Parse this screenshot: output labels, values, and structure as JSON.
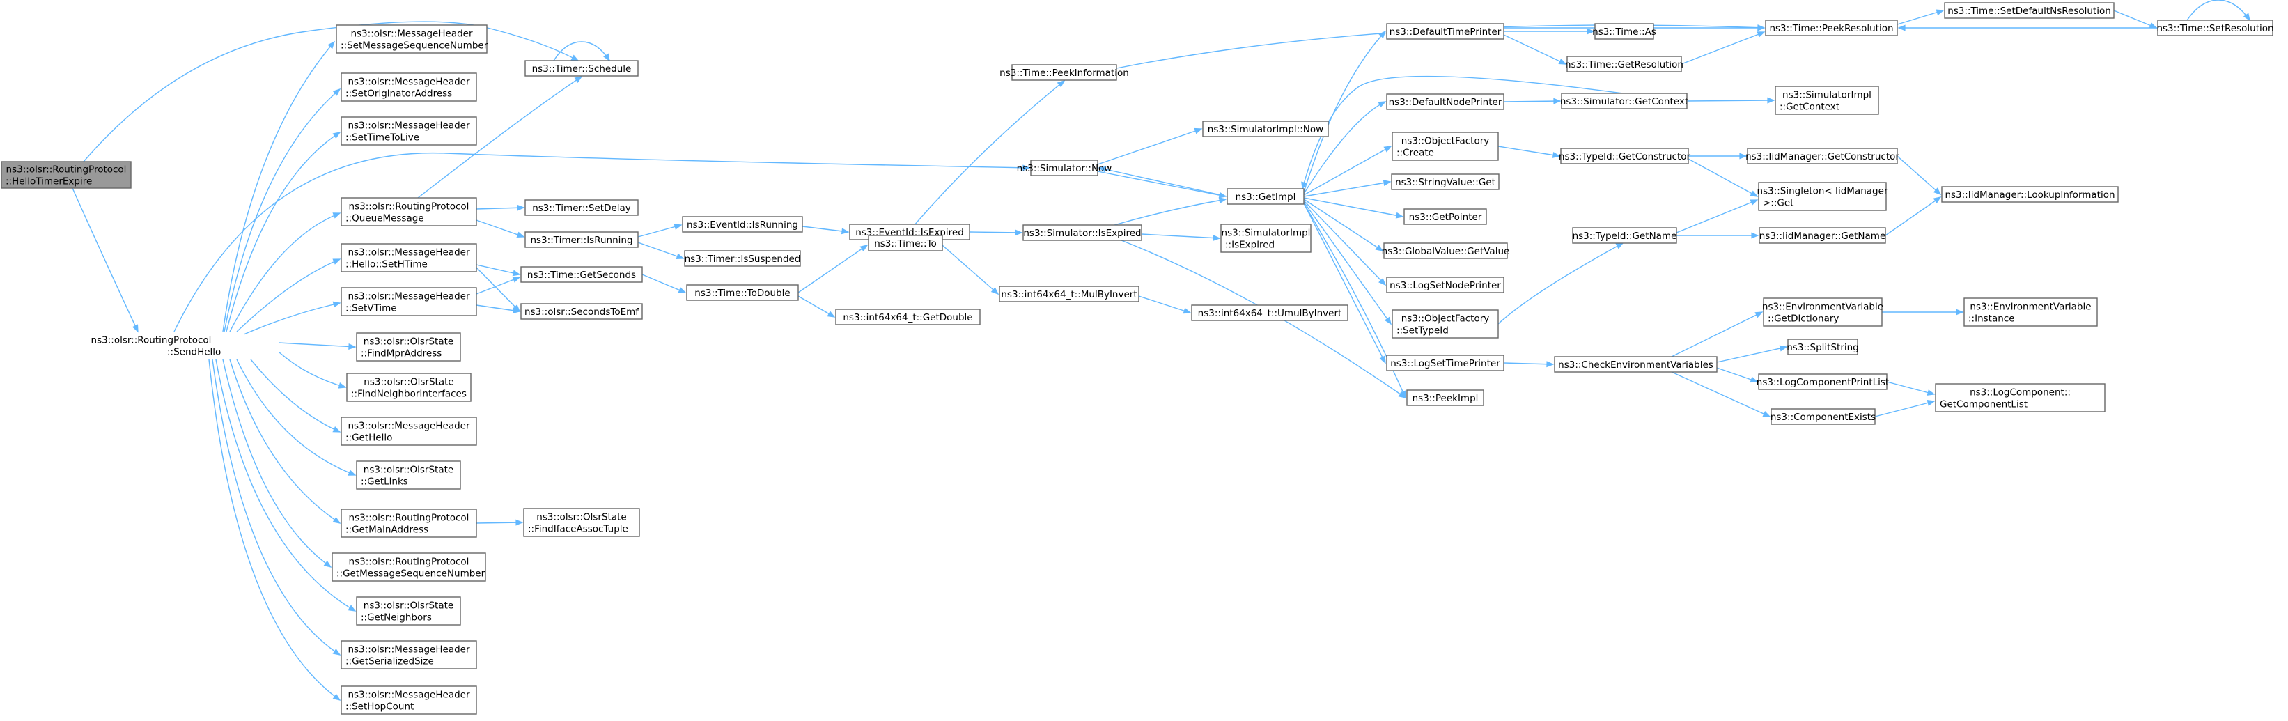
{
  "diagram": {
    "colors": {
      "edge": "#63b8ff",
      "node_border": "#666666",
      "root_fill": "#999999",
      "node_fill": "#ffffff"
    },
    "nodes": [
      {
        "id": "root",
        "lines": [
          "ns3::olsr::RoutingProtocol",
          "::HelloTimerExpire"
        ],
        "root": true
      },
      {
        "id": "sendhello",
        "lines": [
          "ns3::olsr::RoutingProtocol",
          "::SendHello"
        ]
      },
      {
        "id": "setmsgseq",
        "lines": [
          "ns3::olsr::MessageHeader",
          "::SetMessageSequenceNumber"
        ]
      },
      {
        "id": "setorig",
        "lines": [
          "ns3::olsr::MessageHeader",
          "::SetOriginatorAddress"
        ]
      },
      {
        "id": "setttl",
        "lines": [
          "ns3::olsr::MessageHeader",
          "::SetTimeToLive"
        ]
      },
      {
        "id": "queuemsg",
        "lines": [
          "ns3::olsr::RoutingProtocol",
          "::QueueMessage"
        ]
      },
      {
        "id": "sethtime",
        "lines": [
          "ns3::olsr::MessageHeader",
          "::Hello::SetHTime"
        ]
      },
      {
        "id": "setvtime",
        "lines": [
          "ns3::olsr::MessageHeader",
          "::SetVTime"
        ]
      },
      {
        "id": "findmpr",
        "lines": [
          "ns3::olsr::OlsrState",
          "::FindMprAddress"
        ]
      },
      {
        "id": "findneighif",
        "lines": [
          "ns3::olsr::OlsrState",
          "::FindNeighborInterfaces"
        ]
      },
      {
        "id": "gethello",
        "lines": [
          "ns3::olsr::MessageHeader",
          "::GetHello"
        ]
      },
      {
        "id": "getlinks",
        "lines": [
          "ns3::olsr::OlsrState",
          "::GetLinks"
        ]
      },
      {
        "id": "getmainaddr",
        "lines": [
          "ns3::olsr::RoutingProtocol",
          "::GetMainAddress"
        ]
      },
      {
        "id": "getmsgseq",
        "lines": [
          "ns3::olsr::RoutingProtocol",
          "::GetMessageSequenceNumber"
        ]
      },
      {
        "id": "getneighbors",
        "lines": [
          "ns3::olsr::OlsrState",
          "::GetNeighbors"
        ]
      },
      {
        "id": "getsersize",
        "lines": [
          "ns3::olsr::MessageHeader",
          "::GetSerializedSize"
        ]
      },
      {
        "id": "sethopcount",
        "lines": [
          "ns3::olsr::MessageHeader",
          "::SetHopCount"
        ]
      },
      {
        "id": "schedule",
        "lines": [
          "ns3::Timer::Schedule"
        ]
      },
      {
        "id": "setdelay",
        "lines": [
          "ns3::Timer::SetDelay"
        ]
      },
      {
        "id": "isrunning",
        "lines": [
          "ns3::Timer::IsRunning"
        ]
      },
      {
        "id": "getseconds",
        "lines": [
          "ns3::Time::GetSeconds"
        ]
      },
      {
        "id": "secstoemf",
        "lines": [
          "ns3::olsr::SecondsToEmf"
        ]
      },
      {
        "id": "findiface",
        "lines": [
          "ns3::olsr::OlsrState",
          "::FindIfaceAssocTuple"
        ]
      },
      {
        "id": "evrunning",
        "lines": [
          "ns3::EventId::IsRunning"
        ]
      },
      {
        "id": "issuspended",
        "lines": [
          "ns3::Timer::IsSuspended"
        ]
      },
      {
        "id": "todouble",
        "lines": [
          "ns3::Time::ToDouble"
        ]
      },
      {
        "id": "evexpired",
        "lines": [
          "ns3::EventId::IsExpired"
        ]
      },
      {
        "id": "getdouble",
        "lines": [
          "ns3::int64x64_t::GetDouble"
        ]
      },
      {
        "id": "peekinfo",
        "lines": [
          "ns3::Time::PeekInformation"
        ]
      },
      {
        "id": "simnow",
        "lines": [
          "ns3::Simulator::Now"
        ]
      },
      {
        "id": "simexpired",
        "lines": [
          "ns3::Simulator::IsExpired"
        ]
      },
      {
        "id": "timeto",
        "lines": [
          "ns3::Time::To"
        ]
      },
      {
        "id": "mulbyinv",
        "lines": [
          "ns3::int64x64_t::MulByInvert"
        ]
      },
      {
        "id": "implnow",
        "lines": [
          "ns3::SimulatorImpl::Now"
        ]
      },
      {
        "id": "getimpl",
        "lines": [
          "ns3::GetImpl"
        ]
      },
      {
        "id": "implexpired",
        "lines": [
          "ns3::SimulatorImpl",
          "::IsExpired"
        ]
      },
      {
        "id": "umulbyinv",
        "lines": [
          "ns3::int64x64_t::UmulByInvert"
        ]
      },
      {
        "id": "deftimeprinter",
        "lines": [
          "ns3::DefaultTimePrinter"
        ]
      },
      {
        "id": "defnodeprinter",
        "lines": [
          "ns3::DefaultNodePrinter"
        ]
      },
      {
        "id": "objcreate",
        "lines": [
          "ns3::ObjectFactory",
          "::Create"
        ]
      },
      {
        "id": "strget",
        "lines": [
          "ns3::StringValue::Get"
        ]
      },
      {
        "id": "getpointer",
        "lines": [
          "ns3::GetPointer"
        ]
      },
      {
        "id": "gvgetvalue",
        "lines": [
          "ns3::GlobalValue::GetValue"
        ]
      },
      {
        "id": "logsetnode",
        "lines": [
          "ns3::LogSetNodePrinter"
        ]
      },
      {
        "id": "objsettypeid",
        "lines": [
          "ns3::ObjectFactory",
          "::SetTypeId"
        ]
      },
      {
        "id": "logsettime",
        "lines": [
          "ns3::LogSetTimePrinter"
        ]
      },
      {
        "id": "peekimpl",
        "lines": [
          "ns3::PeekImpl"
        ]
      },
      {
        "id": "timeas",
        "lines": [
          "ns3::Time::As"
        ]
      },
      {
        "id": "getres",
        "lines": [
          "ns3::Time::GetResolution"
        ]
      },
      {
        "id": "getcontext",
        "lines": [
          "ns3::Simulator::GetContext"
        ]
      },
      {
        "id": "implctx",
        "lines": [
          "ns3::SimulatorImpl",
          "::GetContext"
        ]
      },
      {
        "id": "typegetctor",
        "lines": [
          "ns3::TypeId::GetConstructor"
        ]
      },
      {
        "id": "typegetname",
        "lines": [
          "ns3::TypeId::GetName"
        ]
      },
      {
        "id": "checkenv",
        "lines": [
          "ns3::CheckEnvironmentVariables"
        ]
      },
      {
        "id": "peekres",
        "lines": [
          "ns3::Time::PeekResolution"
        ]
      },
      {
        "id": "setdefres",
        "lines": [
          "ns3::Time::SetDefaultNsResolution"
        ]
      },
      {
        "id": "setres",
        "lines": [
          "ns3::Time::SetResolution"
        ]
      },
      {
        "id": "iidgetctor",
        "lines": [
          "ns3::IidManager::GetConstructor"
        ]
      },
      {
        "id": "singleton",
        "lines": [
          "ns3::Singleton< IidManager",
          ">::Get"
        ]
      },
      {
        "id": "iidgetname",
        "lines": [
          "ns3::IidManager::GetName"
        ]
      },
      {
        "id": "iidlookup",
        "lines": [
          "ns3::IidManager::LookupInformation"
        ]
      },
      {
        "id": "envgetdict",
        "lines": [
          "ns3::EnvironmentVariable",
          "::GetDictionary"
        ]
      },
      {
        "id": "envinstance",
        "lines": [
          "ns3::EnvironmentVariable",
          "::Instance"
        ]
      },
      {
        "id": "splitstring",
        "lines": [
          "ns3::SplitString"
        ]
      },
      {
        "id": "logprintlist",
        "lines": [
          "ns3::LogComponentPrintList"
        ]
      },
      {
        "id": "compexists",
        "lines": [
          "ns3::ComponentExists"
        ]
      },
      {
        "id": "getcomplist",
        "lines": [
          "ns3::LogComponent::",
          "GetComponentList"
        ]
      }
    ]
  }
}
